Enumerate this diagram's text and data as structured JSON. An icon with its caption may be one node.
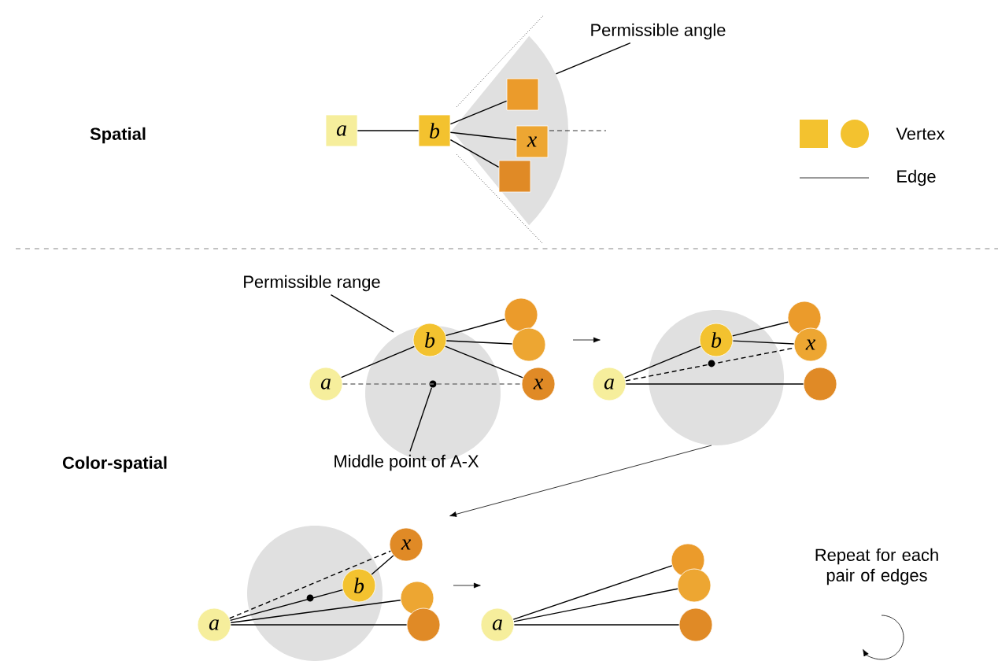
{
  "diagram": {
    "nodes": [
      {
        "text": [
          "a"
        ]
      },
      {
        "text": [
          "b"
        ]
      },
      {
        "text": [],
        "shape": "box",
        "in": 28
      },
      {
        "text": [
          "x"
        ],
        "in": 28
      },
      {
        "text": [],
        "shape": "box",
        "in": 28
      },
      {
        "text": [
          "Permissible angle"
        ]
      },
      {
        "text": [
          "a"
        ]
      },
      {
        "text": [
          "b"
        ]
      },
      {
        "text": [],
        "shape": "circle"
      },
      {
        "text": [],
        "shape": "circle"
      },
      {
        "text": [
          "x"
        ]
      },
      {
        "text": [
          "Permissible range"
        ]
      },
      {
        "text": [
          "Middle point of A-X"
        ]
      },
      {
        "text": [
          "a"
        ]
      },
      {
        "text": [
          "b"
        ]
      },
      {
        "text": [],
        "shape": "circle"
      },
      {
        "text": [
          "x"
        ]
      },
      {
        "text": [],
        "shape": "circle"
      },
      {
        "text": [
          "b"
        ]
      },
      {
        "text": [
          "x"
        ]
      },
      {
        "text": [],
        "shape": "circle"
      },
      {
        "text": [
          "a"
        ]
      },
      {
        "text": [],
        "shape": "circle"
      },
      {
        "text": [
          "a"
        ]
      },
      {
        "text": [],
        "shape": "circle"
      },
      {
        "text": [],
        "shape": "circle"
      },
      {
        "text": [],
        "shape": "circle"
      },
      {
        "text": [],
        "shape": "dot"
      },
      {
        "text": [],
        "shape": "sector"
      }
    ],
    "edges": [
      {
        "from": 0,
        "to": 1,
        "arrow": "none"
      },
      {
        "from": 1,
        "to": 2,
        "arrow": "none"
      },
      {
        "from": 1,
        "to": 3,
        "arrow": "none"
      },
      {
        "from": 1,
        "to": 4,
        "arrow": "none"
      },
      {
        "from": 5,
        "to": 28,
        "arrow": "none"
      },
      {
        "from": 6,
        "to": 7,
        "arrow": "none"
      },
      {
        "from": 7,
        "to": 8,
        "arrow": "none"
      },
      {
        "from": 7,
        "to": 9,
        "arrow": "none"
      },
      {
        "from": 7,
        "to": 10,
        "arrow": "none"
      },
      {
        "from": 6,
        "to": 10,
        "arrow": "none",
        "style": "dashed",
        "color": "#777777"
      },
      {
        "from": 11,
        "to": null,
        "arrow": "none"
      },
      {
        "from": 12,
        "to": 27,
        "arrow": "none"
      },
      {
        "from": 13,
        "to": 14,
        "arrow": "none"
      },
      {
        "from": 14,
        "to": 15,
        "arrow": "none"
      },
      {
        "from": 14,
        "to": 16,
        "arrow": "none"
      },
      {
        "from": 13,
        "to": 16,
        "arrow": "none",
        "style": "dashed"
      },
      {
        "from": 13,
        "to": 17,
        "arrow": "none"
      },
      {
        "from": 21,
        "to": 18,
        "arrow": "none"
      },
      {
        "from": 18,
        "to": 19,
        "arrow": "none"
      },
      {
        "from": 21,
        "to": 19,
        "arrow": "none",
        "style": "dashed"
      },
      {
        "from": 21,
        "to": 20,
        "arrow": "none"
      },
      {
        "from": 21,
        "to": 22,
        "arrow": "none"
      },
      {
        "from": 23,
        "to": 24,
        "arrow": "none"
      },
      {
        "from": 23,
        "to": 25,
        "arrow": "none"
      },
      {
        "from": 23,
        "to": 26,
        "arrow": "none"
      }
    ],
    "labels": [
      "Spatial",
      "Color-spatial",
      "Repeat for each pair of edges"
    ],
    "legend": [
      {
        "text": "Vertex"
      },
      {
        "text": "Edge"
      }
    ]
  }
}
